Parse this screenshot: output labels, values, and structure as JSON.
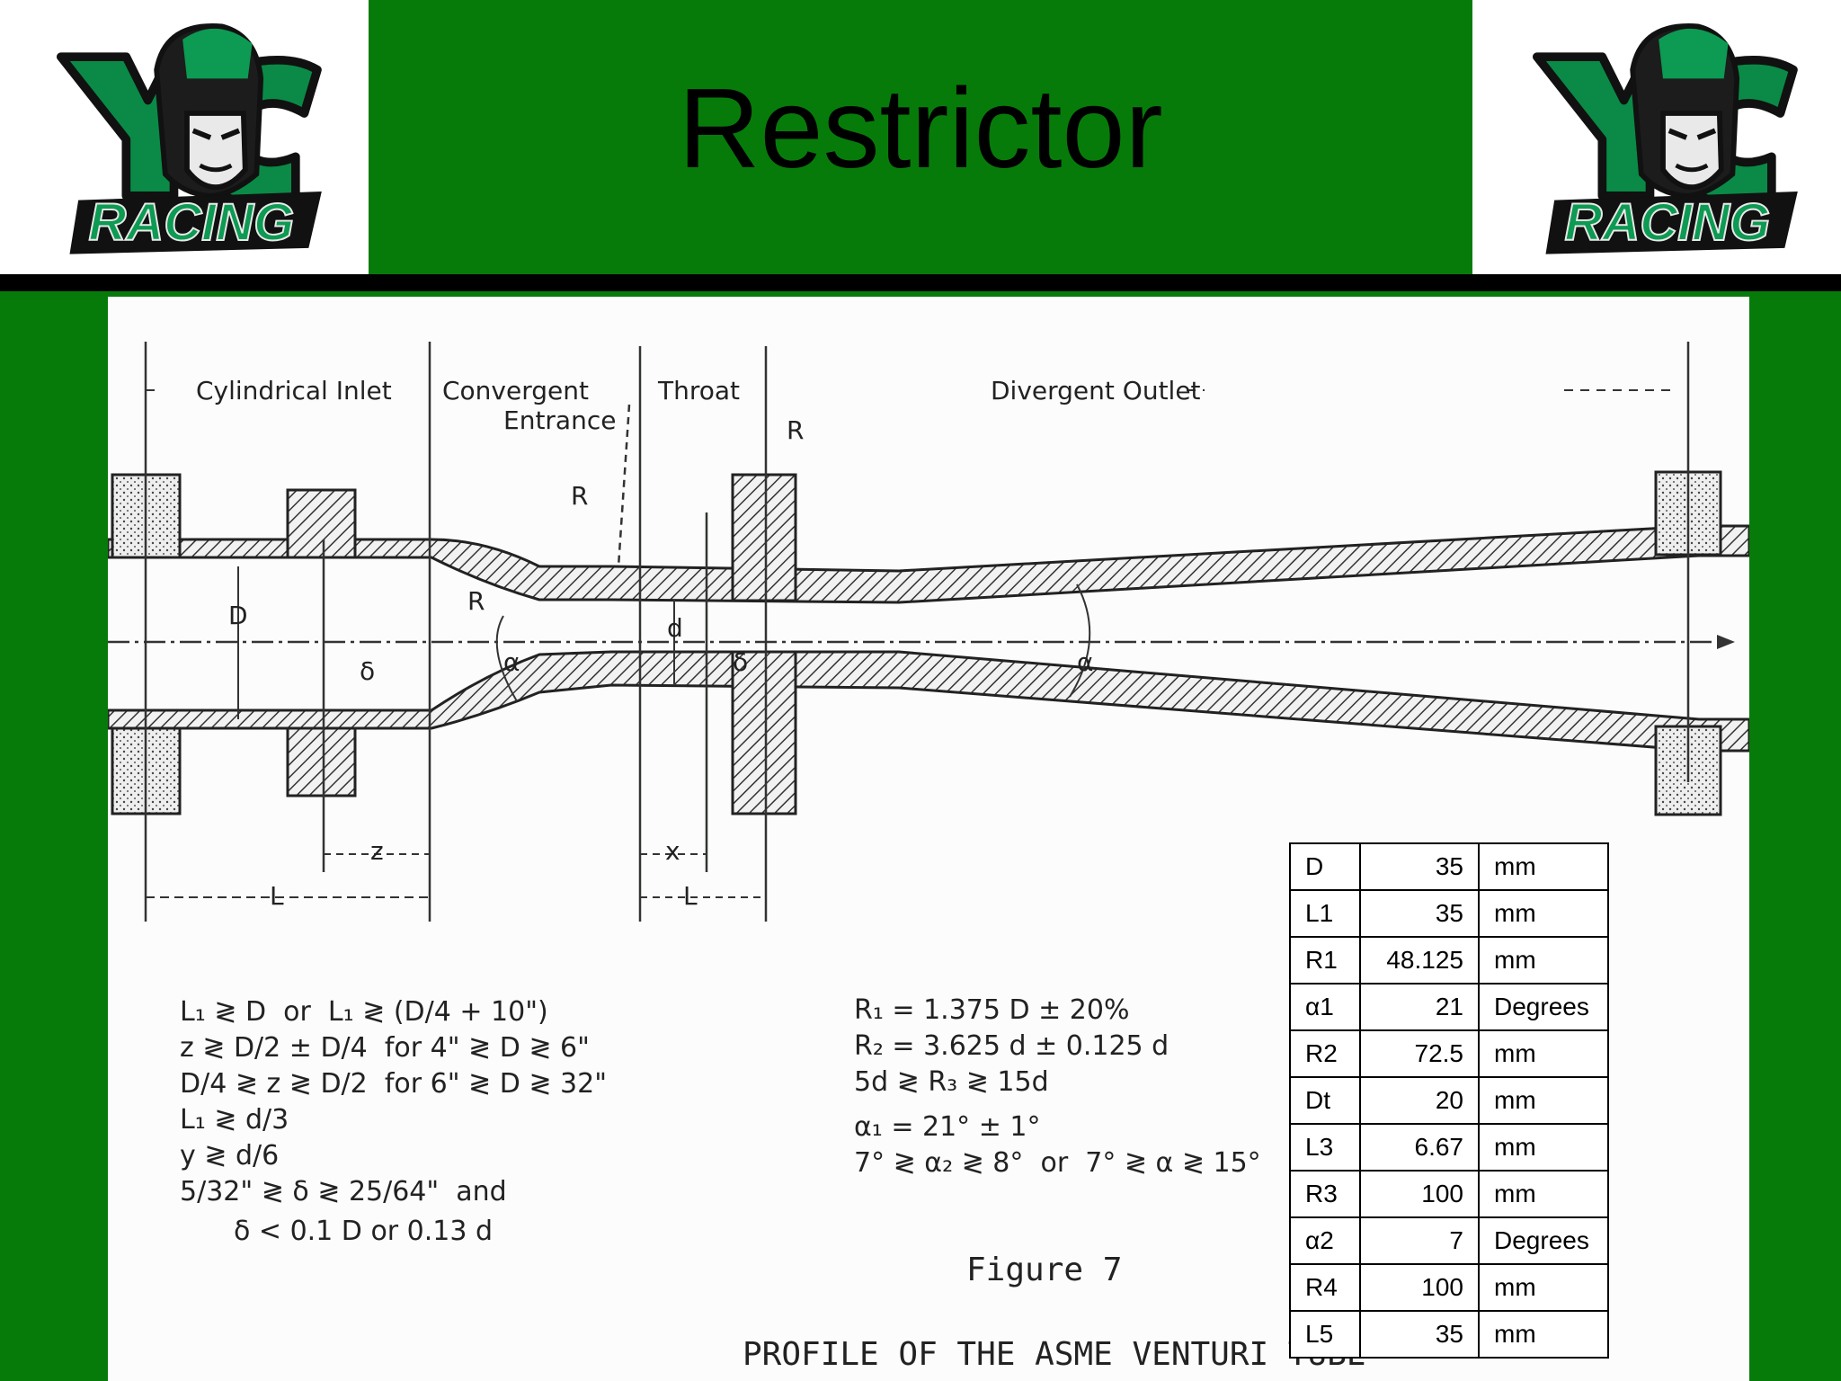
{
  "slide": {
    "title": "Restrictor",
    "brand_color": "#077b0a",
    "logo_icon": "yc-racing-spartan-logo",
    "logo_text_top": "YC",
    "logo_text_bottom": "RACING"
  },
  "diagram": {
    "section_labels": [
      "Cylindrical Inlet",
      "Convergent",
      "Entrance",
      "Throat",
      "Divergent Outlet"
    ],
    "dimension_labels": [
      "R",
      "R",
      "R",
      "D",
      "d",
      "δ",
      "δ",
      "α",
      "α",
      "z",
      "x",
      "L",
      "L"
    ],
    "formulas_left": [
      "L₁ ≷ D  or  L₁ ≷ (D/4 + 10\")",
      "z ≷ D/2 ± D/4  for 4\" ≷ D ≷ 6\"",
      "D/4 ≷ z ≷ D/2  for 6\" ≷ D ≷ 32\"",
      "L₁ ≷ d/3",
      "y ≷ d/6",
      "5/32\" ≷ δ ≷ 25/64\"  and",
      "δ < 0.1 D or 0.13 d"
    ],
    "formulas_right": [
      "R₁ = 1.375 D ± 20%",
      "R₂ = 3.625 d ± 0.125 d",
      "5d ≷ R₃ ≷ 15d",
      "α₁ = 21° ± 1°",
      "7° ≷ α₂ ≷ 8°  or  7° ≷ α ≷ 15°"
    ],
    "figure_label": "Figure 7",
    "caption": "PROFILE OF THE ASME VENTURI TUBE"
  },
  "params": [
    {
      "symbol": "D",
      "value": "35",
      "unit": "mm"
    },
    {
      "symbol": "L1",
      "value": "35",
      "unit": "mm"
    },
    {
      "symbol": "R1",
      "value": "48.125",
      "unit": "mm"
    },
    {
      "symbol": "α1",
      "value": "21",
      "unit": "Degrees"
    },
    {
      "symbol": "R2",
      "value": "72.5",
      "unit": "mm"
    },
    {
      "symbol": "Dt",
      "value": "20",
      "unit": "mm"
    },
    {
      "symbol": "L3",
      "value": "6.67",
      "unit": "mm"
    },
    {
      "symbol": "R3",
      "value": "100",
      "unit": "mm"
    },
    {
      "symbol": "α2",
      "value": "7",
      "unit": "Degrees"
    },
    {
      "symbol": "R4",
      "value": "100",
      "unit": "mm"
    },
    {
      "symbol": "L5",
      "value": "35",
      "unit": "mm"
    }
  ]
}
